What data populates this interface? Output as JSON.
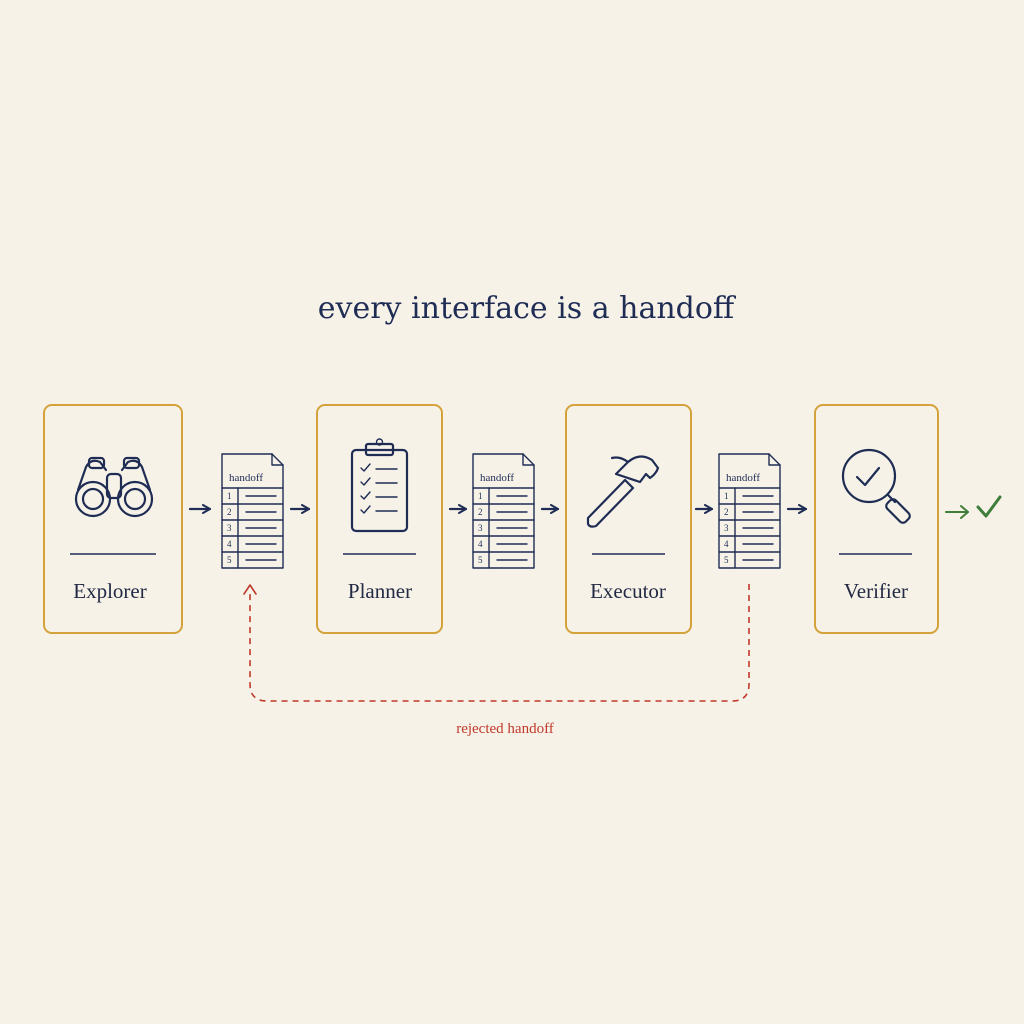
{
  "title": "every interface is a handoff",
  "roles": [
    {
      "label": "Explorer",
      "icon": "binoculars-icon"
    },
    {
      "label": "Planner",
      "icon": "clipboard-checklist-icon"
    },
    {
      "label": "Executor",
      "icon": "hammer-icon"
    },
    {
      "label": "Verifier",
      "icon": "magnifier-check-icon"
    }
  ],
  "handoff_doc": {
    "title": "handoff",
    "rows": [
      "1",
      "2",
      "3",
      "4",
      "5"
    ]
  },
  "rejected": {
    "label": "rejected handoff"
  },
  "colors": {
    "background": "#f7f2e8",
    "box_border": "#d4a23a",
    "ink": "#1f2d55",
    "reject": "#c0392b",
    "success": "#3e7d3a"
  },
  "success_icon": "checkmark-icon"
}
